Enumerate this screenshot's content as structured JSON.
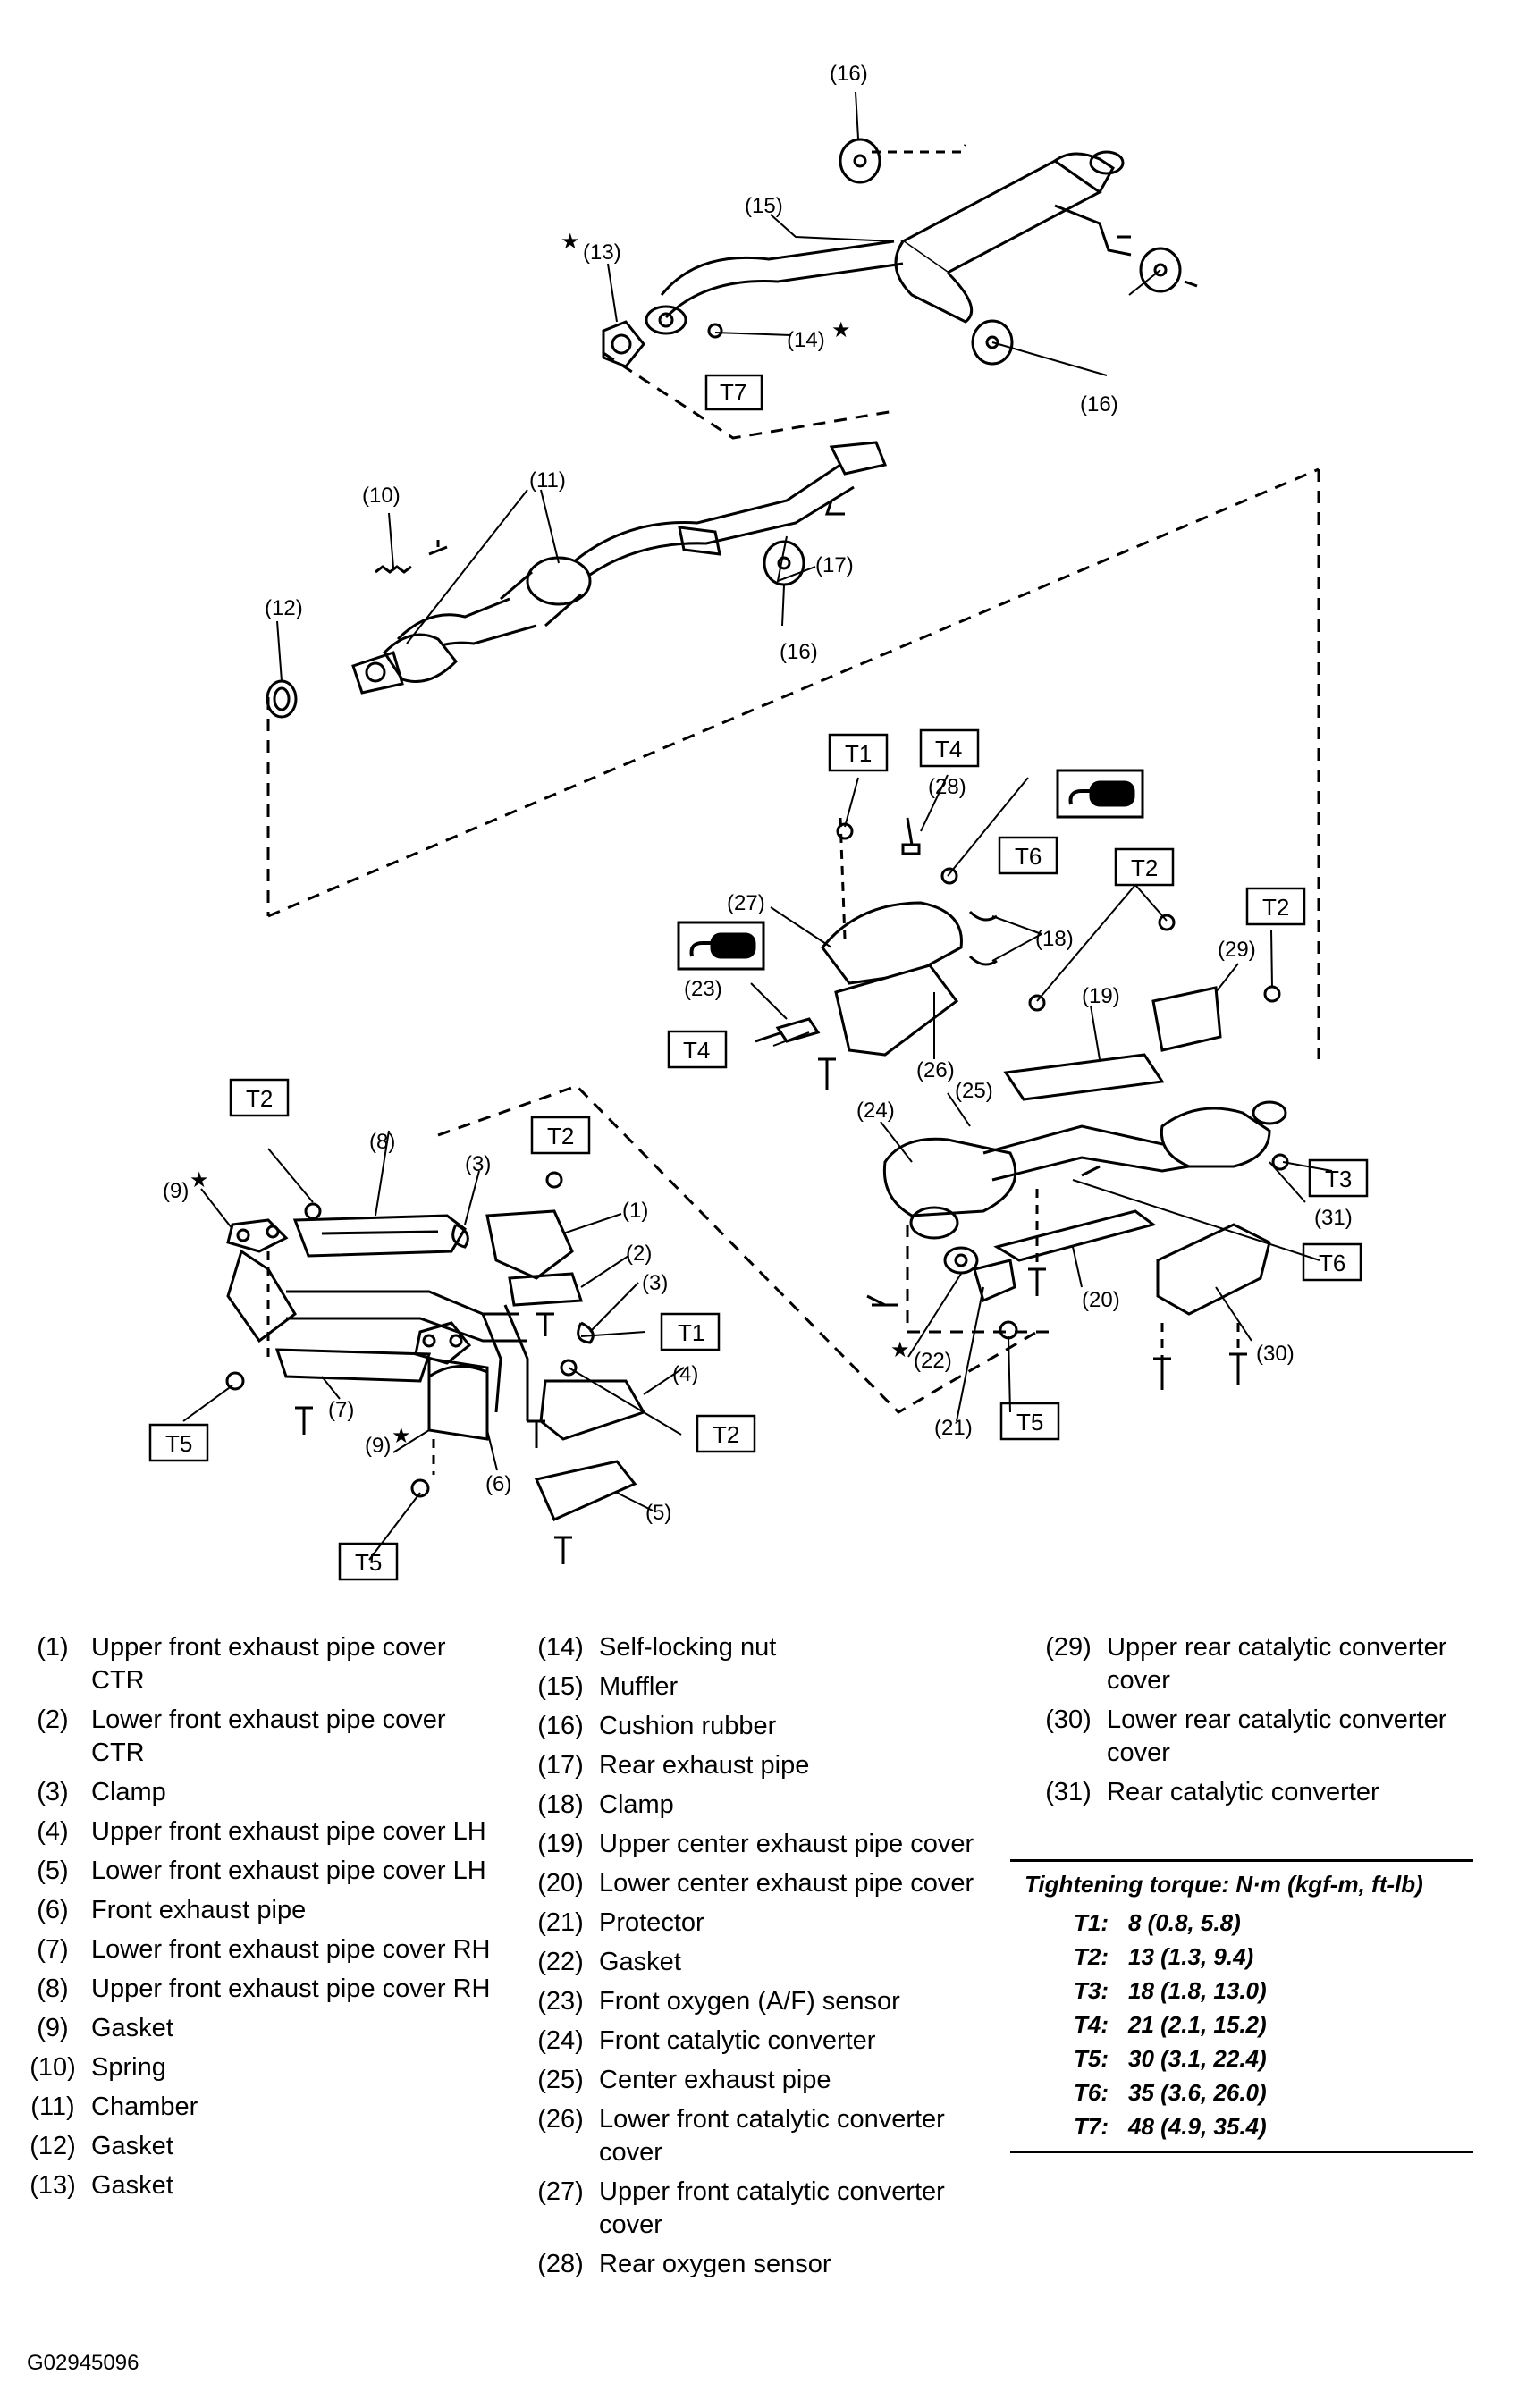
{
  "callouts": {
    "c1": "(1)",
    "c2": "(2)",
    "c3a": "(3)",
    "c3b": "(3)",
    "c4": "(4)",
    "c5": "(5)",
    "c6": "(6)",
    "c7": "(7)",
    "c8": "(8)",
    "c9a": "(9)",
    "c9b": "(9)",
    "c10": "(10)",
    "c11": "(11)",
    "c12": "(12)",
    "c13": "(13)",
    "c14": "(14)",
    "c15": "(15)",
    "c16a": "(16)",
    "c16b": "(16)",
    "c16c": "(16)",
    "c17": "(17)",
    "c18": "(18)",
    "c19": "(19)",
    "c20": "(20)",
    "c21": "(21)",
    "c22": "(22)",
    "c23": "(23)",
    "c24": "(24)",
    "c25": "(25)",
    "c26": "(26)",
    "c27": "(27)",
    "c28": "(28)",
    "c29": "(29)",
    "c30": "(30)",
    "c31": "(31)"
  },
  "torque_tags": {
    "t1a": "T1",
    "t1b": "T1",
    "t2a": "T2",
    "t2b": "T2",
    "t2c": "T2",
    "t2d": "T2",
    "t2e": "T2",
    "t3": "T3",
    "t4a": "T4",
    "t4b": "T4",
    "t5a": "T5",
    "t5b": "T5",
    "t5c": "T5",
    "t6a": "T6",
    "t6b": "T6",
    "t7": "T7"
  },
  "star_symbol": "★",
  "legend": {
    "col1": [
      {
        "num": "(1)",
        "name": "Upper front exhaust pipe cover CTR"
      },
      {
        "num": "(2)",
        "name": "Lower front exhaust pipe cover CTR"
      },
      {
        "num": "(3)",
        "name": "Clamp"
      },
      {
        "num": "(4)",
        "name": "Upper front exhaust pipe cover LH"
      },
      {
        "num": "(5)",
        "name": "Lower front exhaust pipe cover LH"
      },
      {
        "num": "(6)",
        "name": "Front exhaust pipe"
      },
      {
        "num": "(7)",
        "name": "Lower front exhaust pipe cover RH"
      },
      {
        "num": "(8)",
        "name": "Upper front exhaust pipe cover RH"
      },
      {
        "num": "(9)",
        "name": "Gasket"
      },
      {
        "num": "(10)",
        "name": "Spring"
      },
      {
        "num": "(11)",
        "name": "Chamber"
      },
      {
        "num": "(12)",
        "name": "Gasket"
      },
      {
        "num": "(13)",
        "name": "Gasket"
      }
    ],
    "col2": [
      {
        "num": "(14)",
        "name": "Self-locking nut"
      },
      {
        "num": "(15)",
        "name": "Muffler"
      },
      {
        "num": "(16)",
        "name": "Cushion rubber"
      },
      {
        "num": "(17)",
        "name": "Rear exhaust pipe"
      },
      {
        "num": "(18)",
        "name": "Clamp"
      },
      {
        "num": "(19)",
        "name": "Upper center exhaust pipe cover"
      },
      {
        "num": "(20)",
        "name": "Lower center exhaust pipe cover"
      },
      {
        "num": "(21)",
        "name": "Protector"
      },
      {
        "num": "(22)",
        "name": "Gasket"
      },
      {
        "num": "(23)",
        "name": "Front oxygen (A/F) sensor"
      },
      {
        "num": "(24)",
        "name": "Front catalytic converter"
      },
      {
        "num": "(25)",
        "name": "Center exhaust pipe"
      },
      {
        "num": "(26)",
        "name": "Lower front catalytic converter cover"
      },
      {
        "num": "(27)",
        "name": "Upper front catalytic converter cover"
      },
      {
        "num": "(28)",
        "name": "Rear oxygen sensor"
      }
    ],
    "col3": [
      {
        "num": "(29)",
        "name": "Upper rear catalytic converter cover"
      },
      {
        "num": "(30)",
        "name": "Lower rear catalytic converter cover"
      },
      {
        "num": "(31)",
        "name": "Rear catalytic converter"
      }
    ]
  },
  "torque_table": {
    "title": "Tightening torque: N·m (kgf-m, ft-lb)",
    "rows": [
      {
        "key": "T1:",
        "value": "8 (0.8, 5.8)"
      },
      {
        "key": "T2:",
        "value": "13 (1.3, 9.4)"
      },
      {
        "key": "T3:",
        "value": "18 (1.8, 13.0)"
      },
      {
        "key": "T4:",
        "value": "21 (2.1, 15.2)"
      },
      {
        "key": "T5:",
        "value": "30 (3.1, 22.4)"
      },
      {
        "key": "T6:",
        "value": "35 (3.6, 26.0)"
      },
      {
        "key": "T7:",
        "value": "48 (4.9, 35.4)"
      }
    ]
  },
  "figure_id": "G02945096"
}
